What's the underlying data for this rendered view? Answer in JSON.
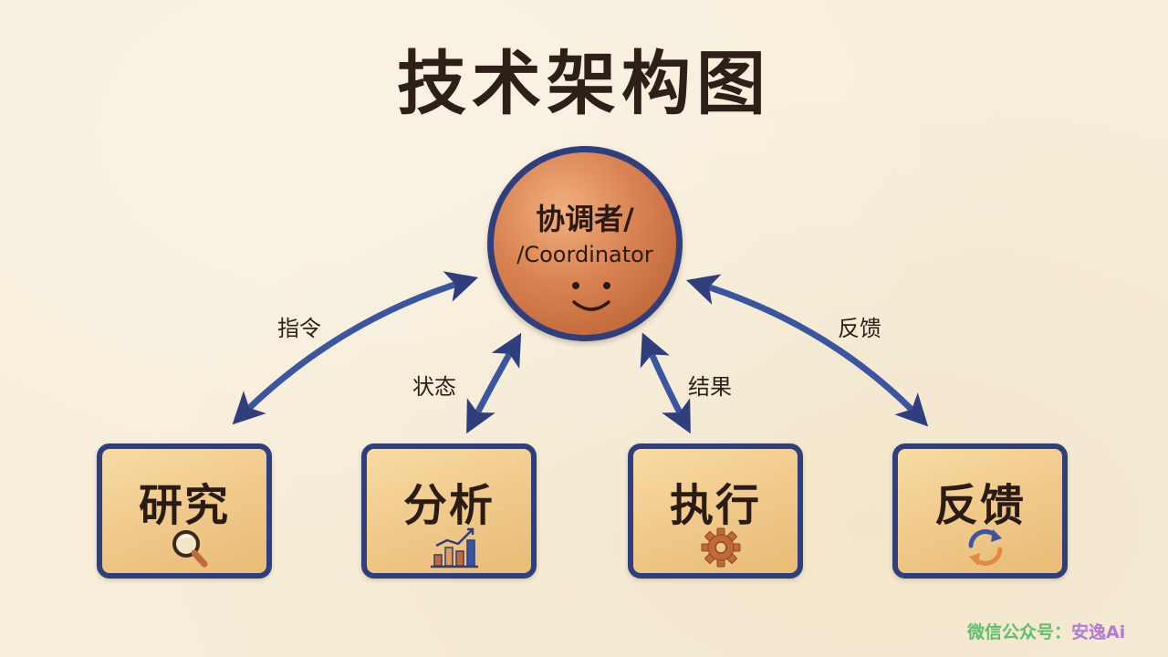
{
  "title": "技术架构图",
  "coordinator": {
    "title": "协调者/",
    "subtitle": "/Coordinator"
  },
  "nodes": [
    {
      "label": "研究",
      "icon": "magnifier-icon"
    },
    {
      "label": "分析",
      "icon": "bar-chart-icon"
    },
    {
      "label": "执行",
      "icon": "gear-icon"
    },
    {
      "label": "反馈",
      "icon": "refresh-icon"
    }
  ],
  "edges": [
    {
      "label": "指令"
    },
    {
      "label": "状态"
    },
    {
      "label": "结果"
    },
    {
      "label": "反馈"
    }
  ],
  "watermark": {
    "prefix": "微信公众号：",
    "name": "安逸Ai"
  },
  "colors": {
    "background": "#f7edd8",
    "outline": "#2f3f7d",
    "coordinator_fill": "#d98150",
    "box_fill": "#f0c98a",
    "arrow": "#3b56a0"
  }
}
